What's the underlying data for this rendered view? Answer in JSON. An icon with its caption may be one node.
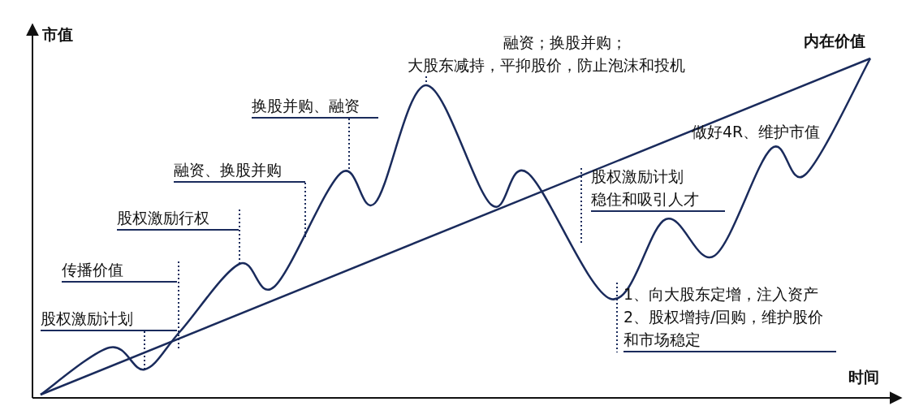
{
  "diagram": {
    "nodes": [
      {
        "text": [
          "股权激励计划"
        ]
      },
      {
        "text": [
          "传播价值"
        ]
      },
      {
        "text": [
          "股权激励行权"
        ]
      },
      {
        "text": [
          "融资、换股并购"
        ]
      },
      {
        "text": [
          "换股并购、融资"
        ]
      },
      {
        "text": [
          "融资；换股并购；",
          "大股东减持，平抑股价，防止泡沫和投机"
        ]
      },
      {
        "text": [
          "股权激励计划",
          "稳住和吸引人才"
        ]
      },
      {
        "text": [
          "1、向大股东定增，注入资产",
          "2、股权增持/回购，维护股价和市场稳定"
        ]
      }
    ],
    "edges": [
      {
        "from": 0,
        "to": null,
        "arrow": "none",
        "style": "dashed"
      },
      {
        "from": 1,
        "to": null,
        "arrow": "none",
        "style": "dashed"
      },
      {
        "from": 2,
        "to": null,
        "arrow": "none",
        "style": "dashed"
      },
      {
        "from": 3,
        "to": null,
        "arrow": "none",
        "style": "dashed"
      },
      {
        "from": 4,
        "to": null,
        "arrow": "none",
        "style": "dashed"
      },
      {
        "from": 5,
        "to": null,
        "arrow": "none",
        "style": "dashed"
      },
      {
        "from": 6,
        "to": null,
        "arrow": "none",
        "style": "dashed"
      },
      {
        "from": 7,
        "to": null,
        "arrow": "none",
        "style": "dashed"
      }
    ],
    "labels": [
      "市值",
      "内在价值",
      "做好4R、维护市值",
      "时间"
    ]
  }
}
